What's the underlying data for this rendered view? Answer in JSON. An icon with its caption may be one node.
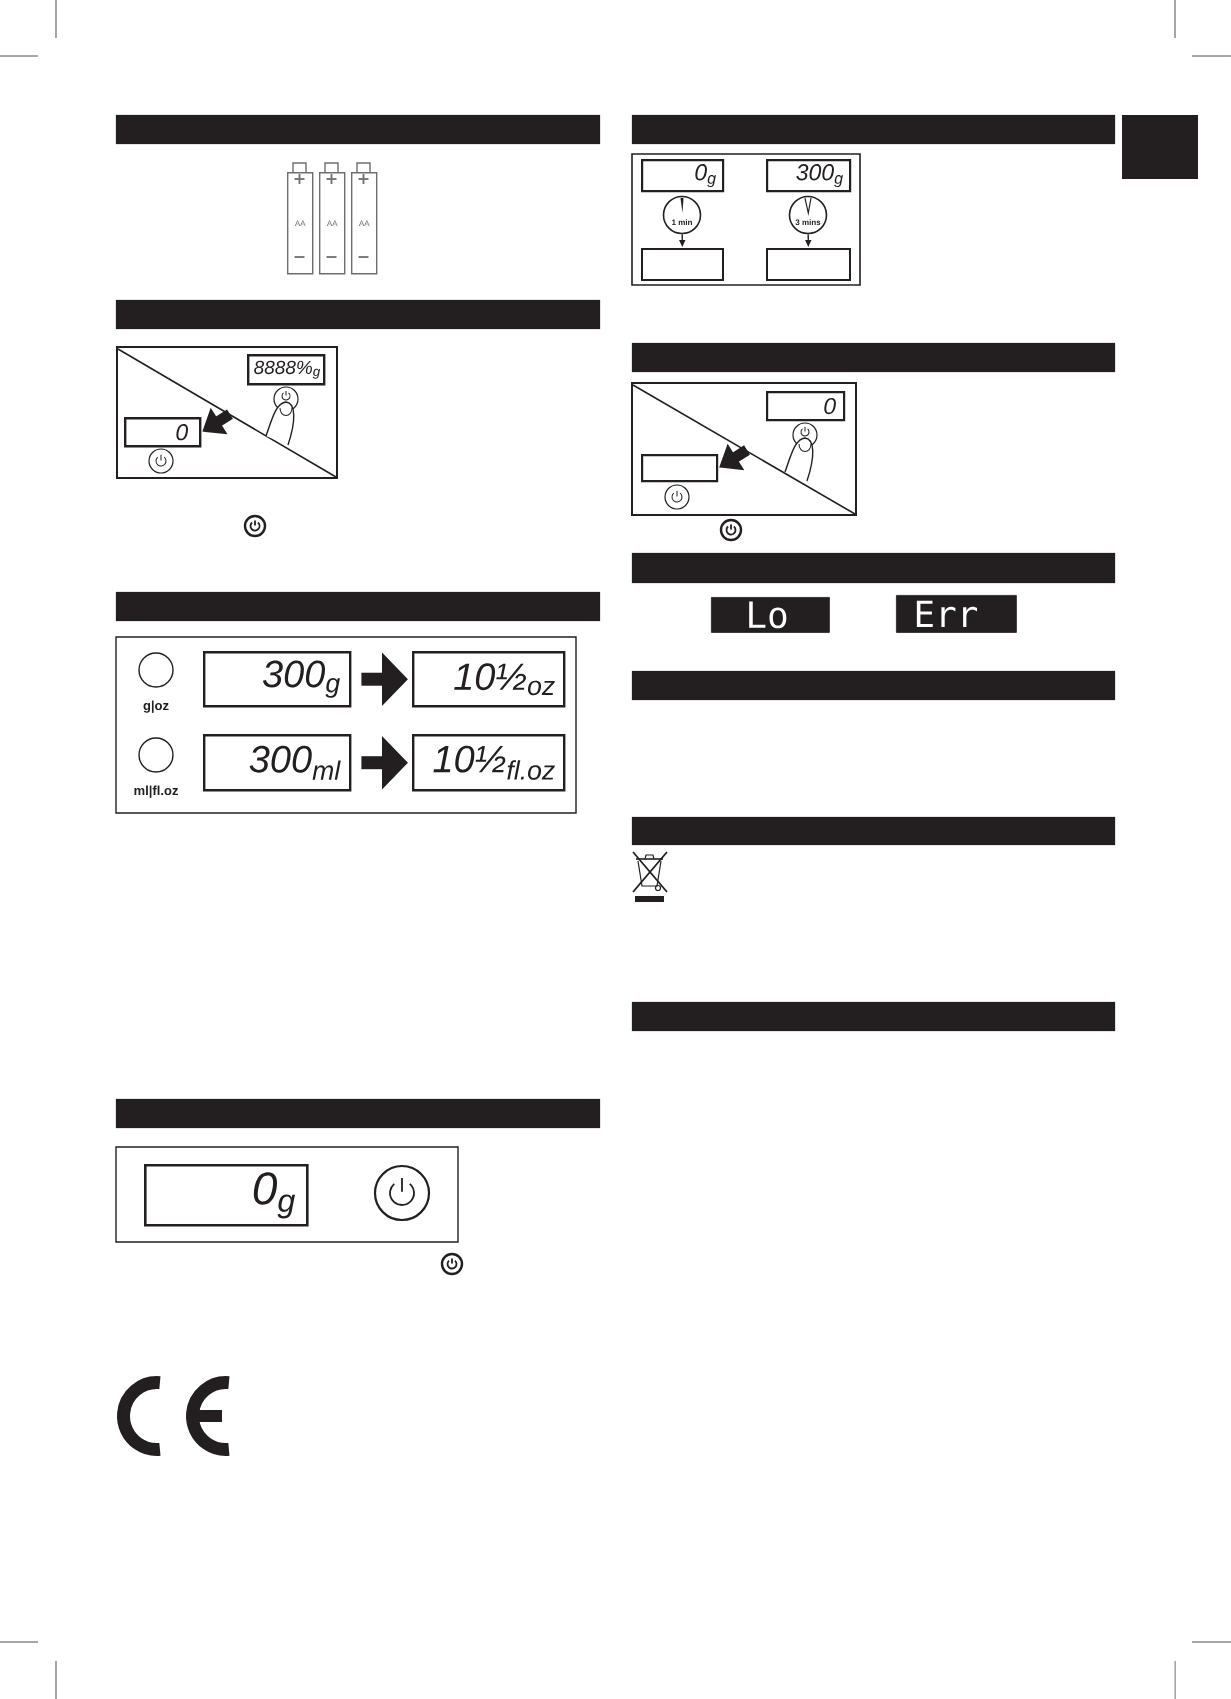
{
  "diagram": {
    "nodes": [
      {
        "text": [],
        "shape": "bar"
      },
      {
        "text": [
          "AA"
        ]
      },
      {
        "text": [
          "AA"
        ]
      },
      {
        "text": [
          "AA"
        ]
      },
      {
        "text": [],
        "shape": "bar"
      },
      {
        "text": [],
        "shape": "box"
      },
      {
        "text": [
          "8888%$_{g}$"
        ],
        "in": 5
      },
      {
        "text": [
          "0"
        ],
        "in": 5
      },
      {
        "text": [],
        "shape": "bar"
      },
      {
        "text": [],
        "shape": "box"
      },
      {
        "text": [],
        "shape": "circle",
        "in": 9,
        "beside": [
          "g|oz"
        ]
      },
      {
        "text": [
          "300$_{g}$"
        ],
        "in": 9
      },
      {
        "text": [
          "10½$_{oz}$"
        ],
        "in": 9
      },
      {
        "text": [],
        "shape": "circle",
        "in": 9,
        "beside": [
          "ml|fl.oz"
        ]
      },
      {
        "text": [
          "300$_{ml}$"
        ],
        "in": 9
      },
      {
        "text": [
          "10½$_{fl.oz}$"
        ],
        "in": 9
      },
      {
        "text": [],
        "shape": "bar"
      },
      {
        "text": [],
        "shape": "box"
      },
      {
        "text": [
          "0$_{g}$"
        ],
        "in": 17
      },
      {
        "text": [],
        "shape": "bar"
      },
      {
        "text": [],
        "shape": "box"
      },
      {
        "text": [
          "0$_{g}$"
        ],
        "in": 20
      },
      {
        "text": [
          "300$_{g}$"
        ],
        "in": 20
      },
      {
        "text": [
          "1 min"
        ],
        "in": 20
      },
      {
        "text": [
          "3 mins"
        ],
        "in": 20
      },
      {
        "text": [],
        "shape": "box",
        "in": 20
      },
      {
        "text": [],
        "shape": "box",
        "in": 20
      },
      {
        "text": [],
        "shape": "bar"
      },
      {
        "text": [],
        "shape": "box"
      },
      {
        "text": [
          "0"
        ],
        "in": 28
      },
      {
        "text": [],
        "shape": "box",
        "in": 28
      },
      {
        "text": [],
        "shape": "bar"
      },
      {
        "text": [
          "Lo"
        ]
      },
      {
        "text": [
          "Err"
        ]
      },
      {
        "text": [],
        "shape": "bar"
      },
      {
        "text": [],
        "shape": "bar"
      },
      {
        "text": [],
        "shape": "bar"
      }
    ],
    "edges": [
      {
        "from": null,
        "to": 7,
        "arrow": "to"
      },
      {
        "from": 11,
        "to": 12,
        "arrow": "to"
      },
      {
        "from": 14,
        "to": 15,
        "arrow": "to"
      },
      {
        "from": 23,
        "to": 25,
        "arrow": "to"
      },
      {
        "from": 24,
        "to": 26,
        "arrow": "to"
      },
      {
        "from": null,
        "to": 30,
        "arrow": "to"
      }
    ]
  }
}
